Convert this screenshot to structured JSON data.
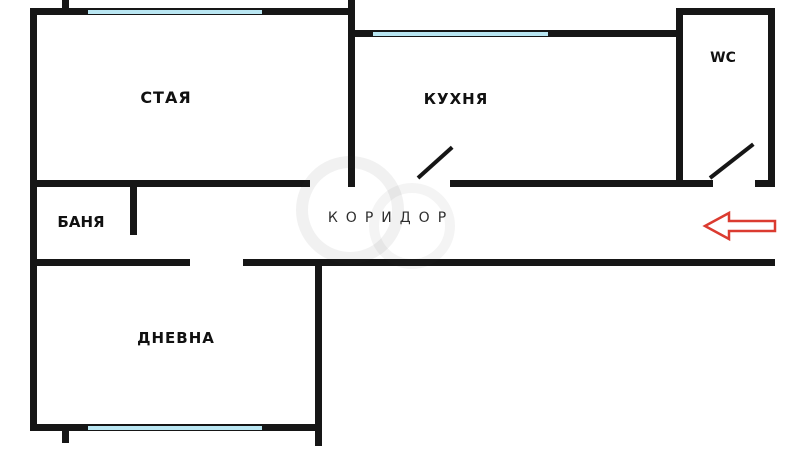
{
  "page": {
    "background": "#ffffff"
  },
  "colors": {
    "wall": "#161616",
    "window_marker": "#b9e6f2",
    "arrow_outline": "#db3b30",
    "corridor_text": "#2e2e2e"
  },
  "rooms": [
    {
      "id": "staya",
      "label": "СТАЯ"
    },
    {
      "id": "kuhnya",
      "label": "КУХНЯ"
    },
    {
      "id": "wc",
      "label": "WC"
    },
    {
      "id": "banya",
      "label": "БАНЯ"
    },
    {
      "id": "koridor",
      "label": "КОРИДОР"
    },
    {
      "id": "dnevna",
      "label": "ДНЕВНА"
    }
  ],
  "annotations": {
    "entrance_arrow": "red outlined arrow pointing left (entrance from right side of corridor)"
  }
}
